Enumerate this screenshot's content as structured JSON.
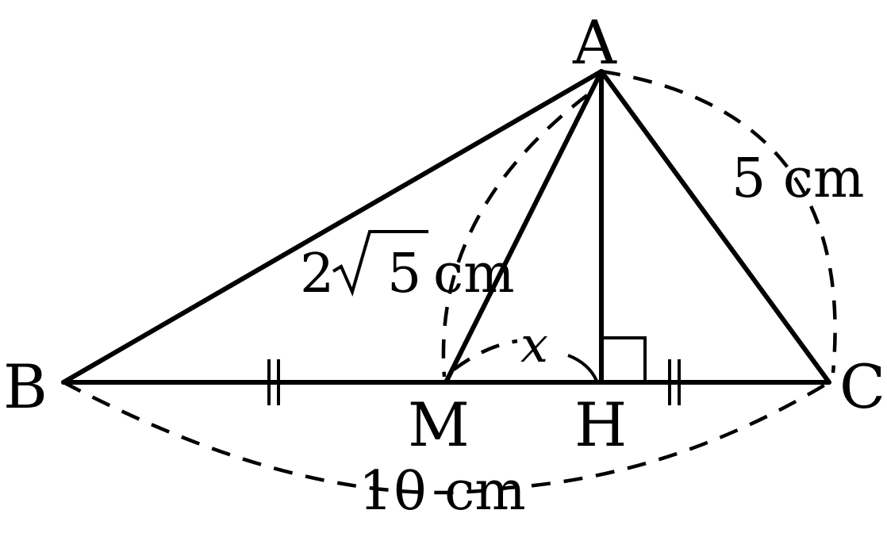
{
  "points": {
    "A": "A",
    "B": "B",
    "C": "C",
    "M": "M",
    "H": "H"
  },
  "measures": {
    "BC": "10 cm",
    "AC": "5 cm",
    "AM_coef": "2",
    "AM_radicand": "5",
    "AM_unit": "cm"
  },
  "angle_label": "x",
  "colors": {
    "stroke": "#000000",
    "background": "#ffffff"
  }
}
